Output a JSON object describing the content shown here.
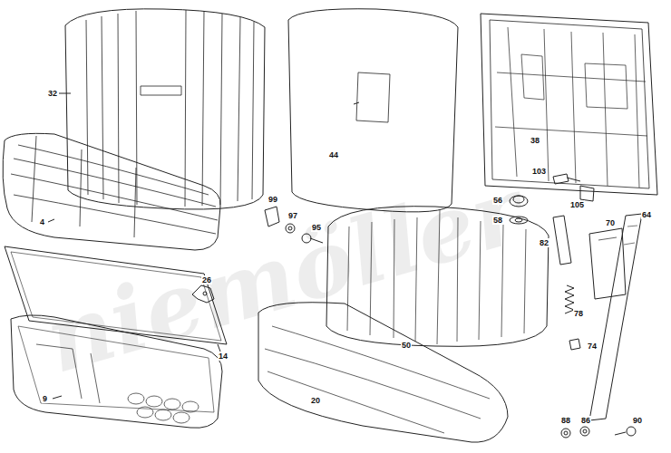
{
  "diagram": {
    "labels": [
      "niemöller",
      "32",
      "4",
      "26",
      "14",
      "9",
      "99",
      "97",
      "95",
      "44",
      "38",
      "103",
      "105",
      "56",
      "58",
      "82",
      "70",
      "64",
      "78",
      "74",
      "50",
      "20",
      "88",
      "86",
      "90"
    ]
  }
}
